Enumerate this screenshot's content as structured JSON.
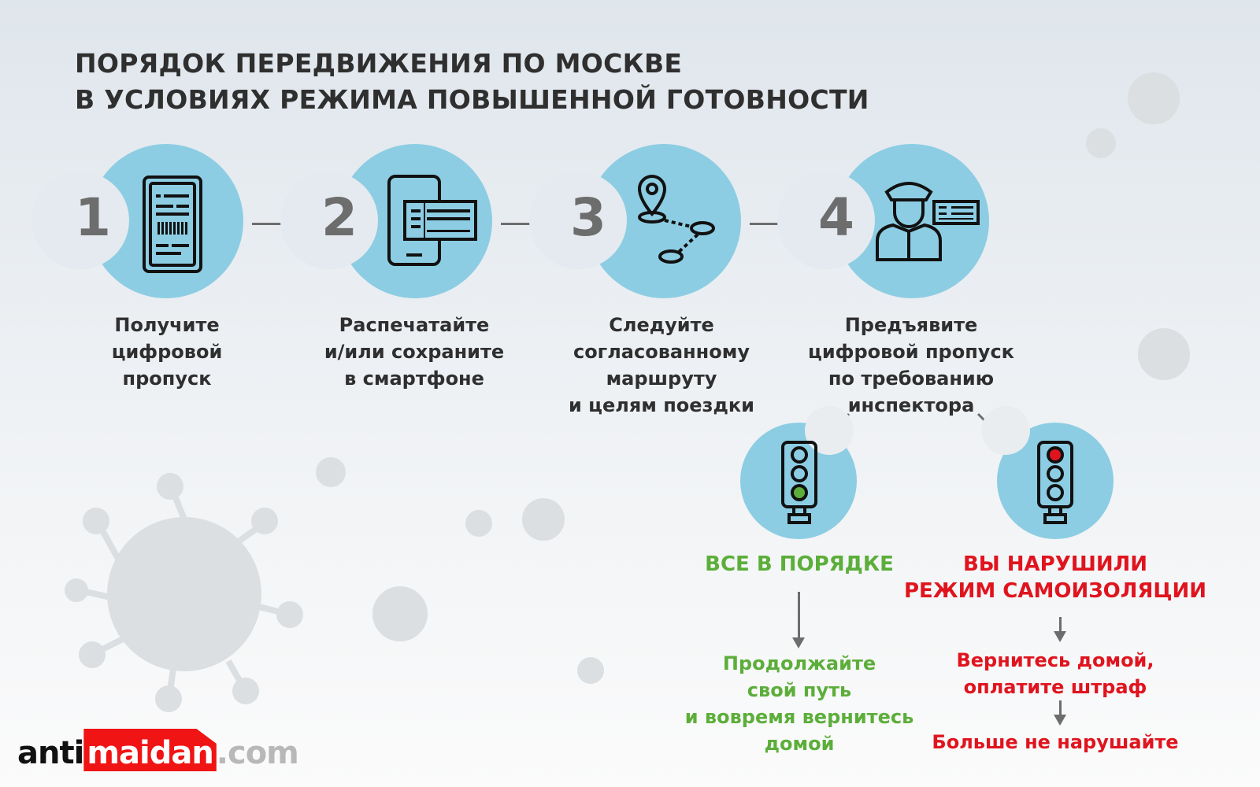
{
  "title": {
    "line1": "ПОРЯДОК ПЕРЕДВИЖЕНИЯ ПО МОСКВЕ",
    "line2": "В УСЛОВИЯХ РЕЖИМА ПОВЫШЕННОЙ ГОТОВНОСТИ"
  },
  "steps": [
    {
      "number": "1",
      "icon": "smartphone-barcode-icon",
      "lines": [
        "Получите",
        "цифровой",
        "пропуск"
      ]
    },
    {
      "number": "2",
      "icon": "smartphone-ticket-icon",
      "lines": [
        "Распечатайте",
        "и/или сохраните",
        "в смартфоне"
      ]
    },
    {
      "number": "3",
      "icon": "map-route-icon",
      "lines": [
        "Следуйте",
        "согласованному",
        "маршруту",
        "и целям поездки"
      ]
    },
    {
      "number": "4",
      "icon": "inspector-icon",
      "lines": [
        "Предъявите",
        "цифровой пропуск",
        "по требованию",
        "инспектора"
      ]
    }
  ],
  "outcomes": {
    "ok": {
      "title": "ВСЕ В ПОРЯДКЕ",
      "lines": [
        "Продолжайте",
        "свой путь",
        "и вовремя вернитесь",
        "домой"
      ],
      "color": "#5cae3a",
      "icon": "traffic-light-green-icon"
    },
    "violation": {
      "title_lines": [
        "ВЫ НАРУШИЛИ",
        "РЕЖИМ САМОИЗОЛЯЦИИ"
      ],
      "lines": [
        "Вернитесь домой,",
        "оплатите штраф"
      ],
      "final": "Больше не нарушайте",
      "color": "#e0141e",
      "icon": "traffic-light-red-icon"
    }
  },
  "logo": {
    "part1": "anti",
    "part2": "maidan",
    "part3": ".com"
  },
  "colors": {
    "circle": "#8ccde3",
    "accent_red": "#e0141e",
    "accent_green": "#5cae3a"
  }
}
